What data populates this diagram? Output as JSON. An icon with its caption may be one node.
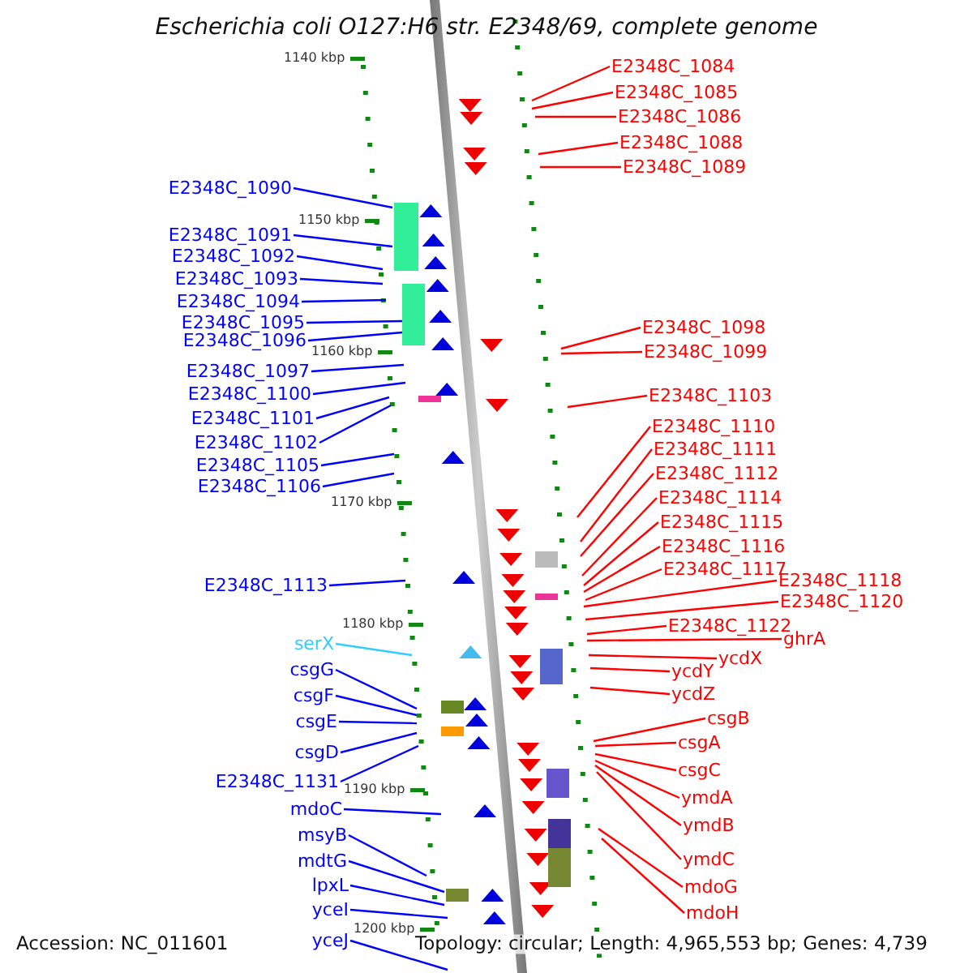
{
  "diagram": {
    "title": "Escherichia coli O127:H6 str. E2348/69, complete genome",
    "nodes": [
      {
        "text": [
          "E2348C_1084"
        ]
      },
      {
        "text": [
          "E2348C_1085"
        ]
      },
      {
        "text": [
          "E2348C_1086"
        ]
      },
      {
        "text": [
          "E2348C_1088"
        ]
      },
      {
        "text": [
          "E2348C_1089"
        ]
      },
      {
        "text": [
          "E2348C_1090"
        ]
      },
      {
        "text": [
          "E2348C_1091"
        ]
      },
      {
        "text": [
          "E2348C_1092"
        ]
      },
      {
        "text": [
          "E2348C_1093"
        ]
      },
      {
        "text": [
          "E2348C_1094"
        ]
      },
      {
        "text": [
          "E2348C_1095"
        ]
      },
      {
        "text": [
          "E2348C_1098"
        ]
      },
      {
        "text": [
          "E2348C_1096"
        ]
      },
      {
        "text": [
          "E2348C_1099"
        ]
      },
      {
        "text": [
          "E2348C_1097"
        ]
      },
      {
        "text": [
          "E2348C_1100"
        ]
      },
      {
        "text": [
          "E2348C_1103"
        ]
      },
      {
        "text": [
          "E2348C_1101"
        ]
      },
      {
        "text": [
          "E2348C_1110"
        ]
      },
      {
        "text": [
          "E2348C_1102"
        ]
      },
      {
        "text": [
          "E2348C_1111"
        ]
      },
      {
        "text": [
          "E2348C_1105"
        ]
      },
      {
        "text": [
          "E2348C_1112"
        ]
      },
      {
        "text": [
          "E2348C_1106"
        ]
      },
      {
        "text": [
          "E2348C_1114"
        ]
      },
      {
        "text": [
          "E2348C_1115"
        ]
      },
      {
        "text": [
          "E2348C_1116"
        ]
      },
      {
        "text": [
          "E2348C_1117"
        ]
      },
      {
        "text": [
          "E2348C_1118"
        ]
      },
      {
        "text": [
          "E2348C_1113"
        ]
      },
      {
        "text": [
          "E2348C_1120"
        ]
      },
      {
        "text": [
          "E2348C_1122"
        ]
      },
      {
        "text": [
          "ghrA"
        ]
      },
      {
        "text": [
          "serX"
        ]
      },
      {
        "text": [
          "ycdX"
        ]
      },
      {
        "text": [
          "csgG"
        ]
      },
      {
        "text": [
          "ycdY"
        ]
      },
      {
        "text": [
          "ycdZ"
        ]
      },
      {
        "text": [
          "csgF"
        ]
      },
      {
        "text": [
          "csgB"
        ]
      },
      {
        "text": [
          "csgE"
        ]
      },
      {
        "text": [
          "csgA"
        ]
      },
      {
        "text": [
          "csgD"
        ]
      },
      {
        "text": [
          "csgC"
        ]
      },
      {
        "text": [
          "E2348C_1131"
        ]
      },
      {
        "text": [
          "ymdA"
        ]
      },
      {
        "text": [
          "mdoC"
        ]
      },
      {
        "text": [
          "ymdB"
        ]
      },
      {
        "text": [
          "msyB"
        ]
      },
      {
        "text": [
          "ymdC"
        ]
      },
      {
        "text": [
          "mdtG"
        ]
      },
      {
        "text": [
          "lpxL"
        ]
      },
      {
        "text": [
          "mdoG"
        ]
      },
      {
        "text": [
          "yceI"
        ]
      },
      {
        "text": [
          "mdoH"
        ]
      },
      {
        "text": [
          "yceJ"
        ]
      }
    ],
    "edges": [
      {
        "from": 0,
        "to": null,
        "arrow": "none"
      },
      {
        "from": 1,
        "to": null,
        "arrow": "none"
      },
      {
        "from": 2,
        "to": null,
        "arrow": "none"
      },
      {
        "from": 3,
        "to": null,
        "arrow": "none"
      },
      {
        "from": 4,
        "to": null,
        "arrow": "none"
      },
      {
        "from": 5,
        "to": null,
        "arrow": "none",
        "color": "#0000ff"
      },
      {
        "from": 6,
        "to": null,
        "arrow": "none",
        "color": "#0000ff"
      },
      {
        "from": 7,
        "to": null,
        "arrow": "none",
        "color": "#0000ff"
      },
      {
        "from": 8,
        "to": null,
        "arrow": "none",
        "color": "#0000ff"
      },
      {
        "from": 9,
        "to": null,
        "arrow": "none",
        "color": "#0000ff"
      },
      {
        "from": 10,
        "to": null,
        "arrow": "none",
        "color": "#0000ff"
      },
      {
        "from": 11,
        "to": null,
        "arrow": "none"
      },
      {
        "from": 12,
        "to": null,
        "arrow": "none",
        "color": "#0000ff"
      },
      {
        "from": 13,
        "to": null,
        "arrow": "none"
      },
      {
        "from": 14,
        "to": null,
        "arrow": "none",
        "color": "#0000ff"
      },
      {
        "from": 15,
        "to": null,
        "arrow": "none",
        "color": "#0000ff"
      },
      {
        "from": 16,
        "to": null,
        "arrow": "none"
      },
      {
        "from": 17,
        "to": null,
        "arrow": "none",
        "color": "#0000ff"
      },
      {
        "from": 18,
        "to": null,
        "arrow": "none"
      },
      {
        "from": 19,
        "to": null,
        "arrow": "none",
        "color": "#0000ff"
      },
      {
        "from": 20,
        "to": null,
        "arrow": "none"
      },
      {
        "from": 21,
        "to": null,
        "arrow": "none",
        "color": "#0000ff"
      },
      {
        "from": 22,
        "to": null,
        "arrow": "none"
      },
      {
        "from": 23,
        "to": null,
        "arrow": "none",
        "color": "#0000ff"
      },
      {
        "from": 24,
        "to": null,
        "arrow": "none"
      },
      {
        "from": 25,
        "to": null,
        "arrow": "none"
      },
      {
        "from": 26,
        "to": null,
        "arrow": "none"
      },
      {
        "from": 27,
        "to": null,
        "arrow": "none"
      },
      {
        "from": 28,
        "to": null,
        "arrow": "none"
      },
      {
        "from": 29,
        "to": null,
        "arrow": "none",
        "color": "#0000ff"
      },
      {
        "from": 30,
        "to": null,
        "arrow": "none"
      },
      {
        "from": 31,
        "to": null,
        "arrow": "none"
      },
      {
        "from": 32,
        "to": null,
        "arrow": "none"
      },
      {
        "from": 33,
        "to": null,
        "arrow": "none",
        "color": "#33ccff"
      },
      {
        "from": 34,
        "to": null,
        "arrow": "none"
      },
      {
        "from": 35,
        "to": null,
        "arrow": "none",
        "color": "#0000ff"
      },
      {
        "from": 36,
        "to": null,
        "arrow": "none"
      },
      {
        "from": 37,
        "to": null,
        "arrow": "none"
      },
      {
        "from": 38,
        "to": null,
        "arrow": "none",
        "color": "#0000ff"
      },
      {
        "from": 39,
        "to": null,
        "arrow": "none"
      },
      {
        "from": 40,
        "to": null,
        "arrow": "none",
        "color": "#0000ff"
      },
      {
        "from": 41,
        "to": null,
        "arrow": "none"
      },
      {
        "from": 42,
        "to": null,
        "arrow": "none",
        "color": "#0000ff"
      },
      {
        "from": 43,
        "to": null,
        "arrow": "none"
      },
      {
        "from": 44,
        "to": null,
        "arrow": "none",
        "color": "#0000ff"
      },
      {
        "from": 45,
        "to": null,
        "arrow": "none"
      },
      {
        "from": 46,
        "to": null,
        "arrow": "none",
        "color": "#0000ff"
      },
      {
        "from": 47,
        "to": null,
        "arrow": "none"
      },
      {
        "from": 48,
        "to": null,
        "arrow": "none",
        "color": "#0000ff"
      },
      {
        "from": 49,
        "to": null,
        "arrow": "none"
      },
      {
        "from": 50,
        "to": null,
        "arrow": "none",
        "color": "#0000ff"
      },
      {
        "from": 51,
        "to": null,
        "arrow": "none",
        "color": "#0000ff"
      },
      {
        "from": 52,
        "to": null,
        "arrow": "none"
      },
      {
        "from": 53,
        "to": null,
        "arrow": "none",
        "color": "#0000ff"
      },
      {
        "from": 54,
        "to": null,
        "arrow": "none"
      },
      {
        "from": 55,
        "to": null,
        "arrow": "none",
        "color": "#0000ff"
      }
    ],
    "labels": [
      "1140 kbp",
      "1150 kbp",
      "1160 kbp",
      "1170 kbp",
      "1180 kbp",
      "1190 kbp",
      "1200 kbp",
      "Accession: NC_011601",
      "Topology: circular; Length: 4,965,553 bp; Genes: 4,739"
    ]
  }
}
